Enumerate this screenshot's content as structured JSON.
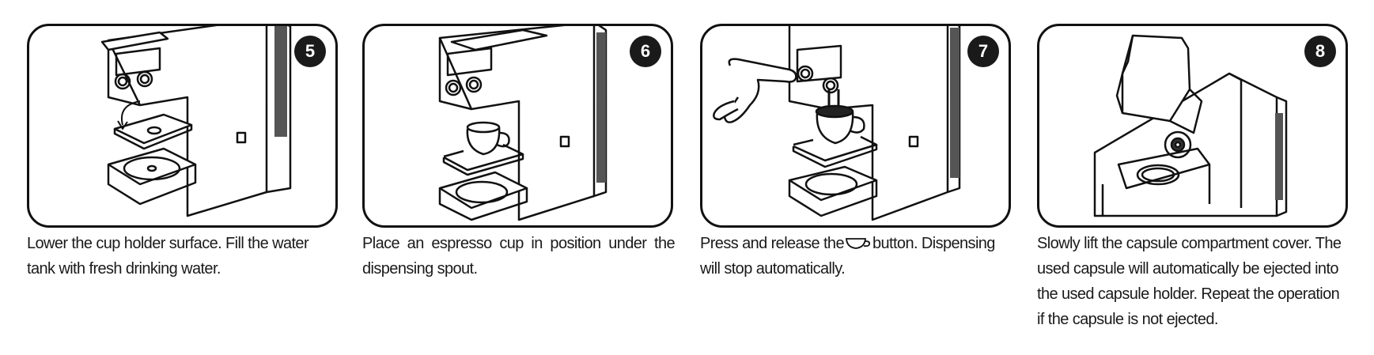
{
  "steps": [
    {
      "number": "5",
      "illustration": "lower-cup-holder",
      "caption": "Lower the cup holder surface. Fill the water tank with fresh drinking water."
    },
    {
      "number": "6",
      "illustration": "place-espresso-cup",
      "caption": "Place an espresso cup in position under the dispensing spout."
    },
    {
      "number": "7",
      "illustration": "press-dispense-button",
      "caption_before": "Press and release the",
      "caption_icon": "espresso-cup-icon",
      "caption_after": "button. Dispensing will stop automatically."
    },
    {
      "number": "8",
      "illustration": "lift-capsule-cover",
      "caption": "Slowly lift the capsule compartment cover. The used capsule will automatically be ejected into the used capsule holder. Repeat the operation if the capsule is not ejected."
    }
  ]
}
